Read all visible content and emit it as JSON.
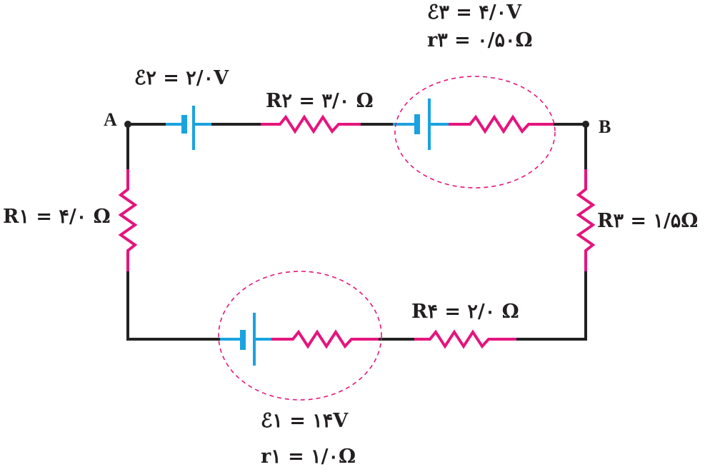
{
  "nodes": {
    "a": "A",
    "b": "B"
  },
  "labels": {
    "e2": "ℰ۲ = ۲/۰V",
    "r2": "R۲ = ۳/۰ Ω",
    "e3": "ℰ۳ = ۴/۰V",
    "int_r3": "r۳ = ۰/۵۰Ω",
    "r1": "R۱ = ۴/۰ Ω",
    "r3": "R۳ = ۱/۵Ω",
    "r4": "R۴ = ۲/۰ Ω",
    "e1": "ℰ۱ = ۱۴V",
    "int_r1": "r۱ = ۱/۰Ω"
  },
  "colors": {
    "wire": "#222222",
    "resistor": "#e5157d",
    "battery": "#1aa3e0",
    "text": "#231f20"
  }
}
